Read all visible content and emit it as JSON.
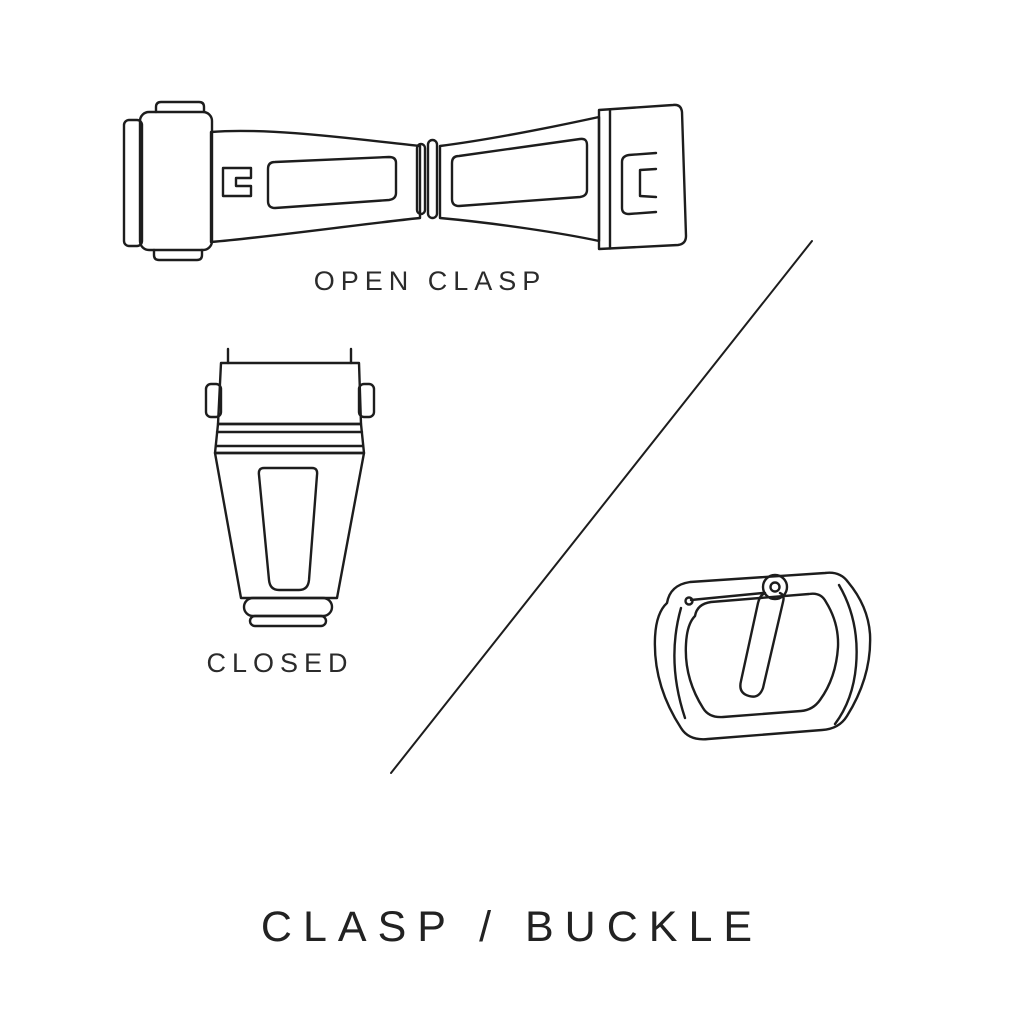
{
  "page": {
    "title": "CLASP / BUCKLE",
    "background_color": "#ffffff",
    "line_color": "#1d1d1d",
    "text_color": "#2b2b2b"
  },
  "labels": {
    "open_clasp": "OPEN CLASP",
    "closed": "CLOSED"
  },
  "illustrations": {
    "open_clasp": "open-clasp-line-drawing",
    "closed_clasp": "closed-clasp-line-drawing",
    "buckle": "buckle-line-drawing",
    "divider": "diagonal-divider-line"
  }
}
